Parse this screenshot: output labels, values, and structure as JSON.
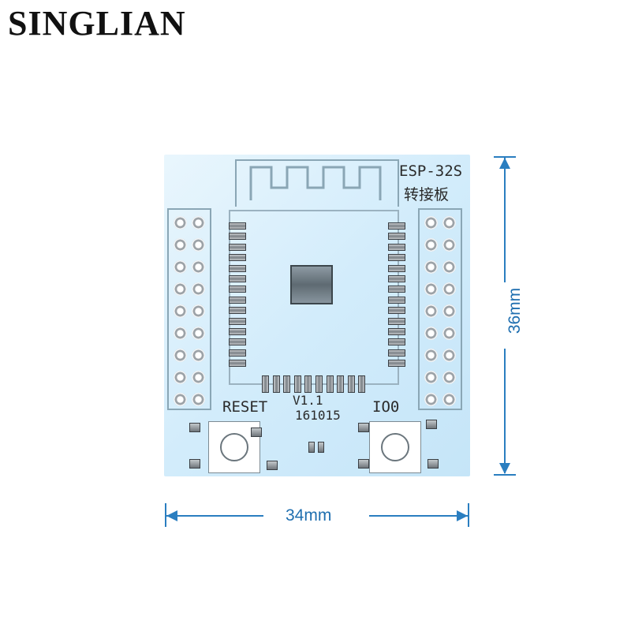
{
  "brand": "SINGLIAN",
  "board": {
    "model_label": "ESP-32S",
    "cn_label": "转接板",
    "reset_label": "RESET",
    "io_label": "IO0",
    "version_label": "V1.1",
    "date_label": "161015",
    "colors": {
      "pcb": "#d2ecfb",
      "pads": "#9aa0a5",
      "dimension": "#2a7ec0"
    }
  },
  "dimensions": {
    "height_label": "36mm",
    "width_label": "34mm"
  }
}
